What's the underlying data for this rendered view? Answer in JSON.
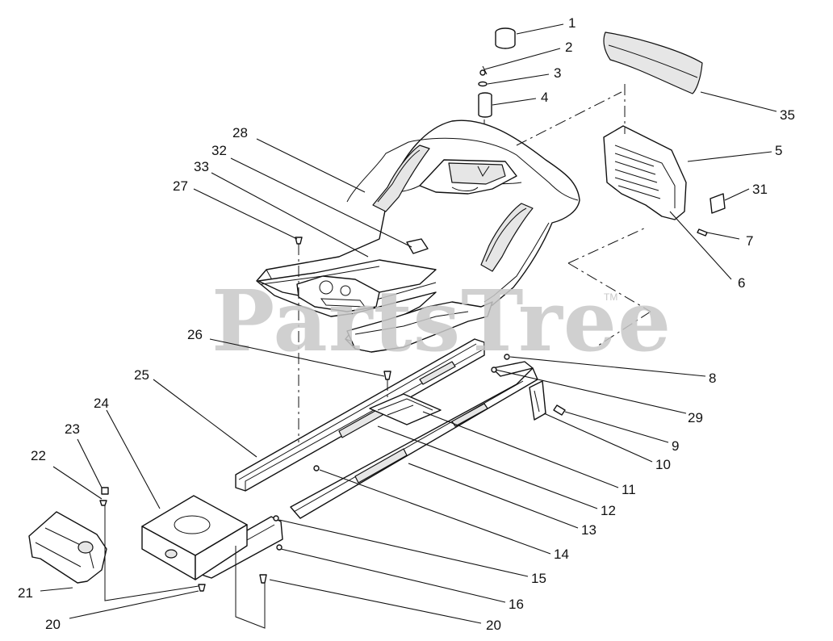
{
  "watermark": {
    "text": "PartsTree",
    "trademark": "TM"
  },
  "callouts": [
    {
      "id": "1"
    },
    {
      "id": "2"
    },
    {
      "id": "3"
    },
    {
      "id": "4"
    },
    {
      "id": "35"
    },
    {
      "id": "28"
    },
    {
      "id": "32"
    },
    {
      "id": "33"
    },
    {
      "id": "27"
    },
    {
      "id": "5"
    },
    {
      "id": "31"
    },
    {
      "id": "7"
    },
    {
      "id": "6"
    },
    {
      "id": "26"
    },
    {
      "id": "8"
    },
    {
      "id": "25"
    },
    {
      "id": "29"
    },
    {
      "id": "24"
    },
    {
      "id": "9"
    },
    {
      "id": "10"
    },
    {
      "id": "23"
    },
    {
      "id": "22"
    },
    {
      "id": "11"
    },
    {
      "id": "12"
    },
    {
      "id": "13"
    },
    {
      "id": "14"
    },
    {
      "id": "15"
    },
    {
      "id": "21"
    },
    {
      "id": "16"
    },
    {
      "id": "20"
    },
    {
      "id": "20"
    }
  ]
}
